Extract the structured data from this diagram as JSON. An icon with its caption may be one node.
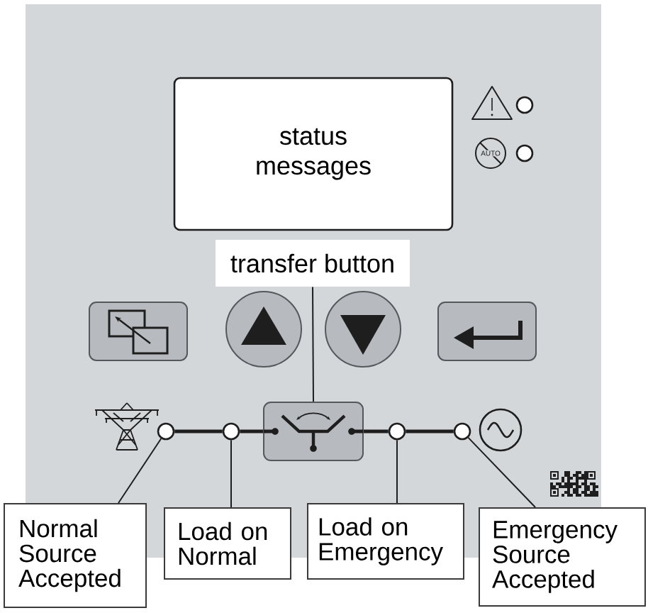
{
  "diagram": {
    "nodes": [
      {
        "text": [
          "status messages"
        ]
      },
      {
        "text": [],
        "shape": "circle"
      },
      {
        "text": [],
        "shape": "circle"
      },
      {
        "text": [
          "transfer button"
        ]
      },
      {
        "text": [],
        "shape": "circle"
      },
      {
        "text": [],
        "shape": "circle"
      },
      {
        "text": [],
        "shape": "box"
      },
      {
        "text": [],
        "shape": "circle"
      },
      {
        "text": [],
        "shape": "circle"
      },
      {
        "text": [
          "Normal Source Accepted"
        ]
      },
      {
        "text": [
          "Load on Normal"
        ]
      },
      {
        "text": [
          "Load on Emergency"
        ]
      },
      {
        "text": [
          "Emergency Source Accepted"
        ]
      }
    ],
    "edges": [
      {
        "from": 3,
        "to": 6,
        "arrow": "none"
      },
      {
        "from": 4,
        "to": 5,
        "arrow": "none",
        "style": "thick"
      },
      {
        "from": 5,
        "to": 6,
        "arrow": "none",
        "style": "thick"
      },
      {
        "from": 6,
        "to": 7,
        "arrow": "none",
        "style": "thick"
      },
      {
        "from": 7,
        "to": 8,
        "arrow": "none",
        "style": "thick"
      },
      {
        "from": 9,
        "to": 4,
        "arrow": "none"
      },
      {
        "from": 10,
        "to": 5,
        "arrow": "none"
      },
      {
        "from": 11,
        "to": 7,
        "arrow": "none"
      },
      {
        "from": 12,
        "to": 8,
        "arrow": "none"
      }
    ],
    "labels": [
      "AUTO"
    ]
  }
}
